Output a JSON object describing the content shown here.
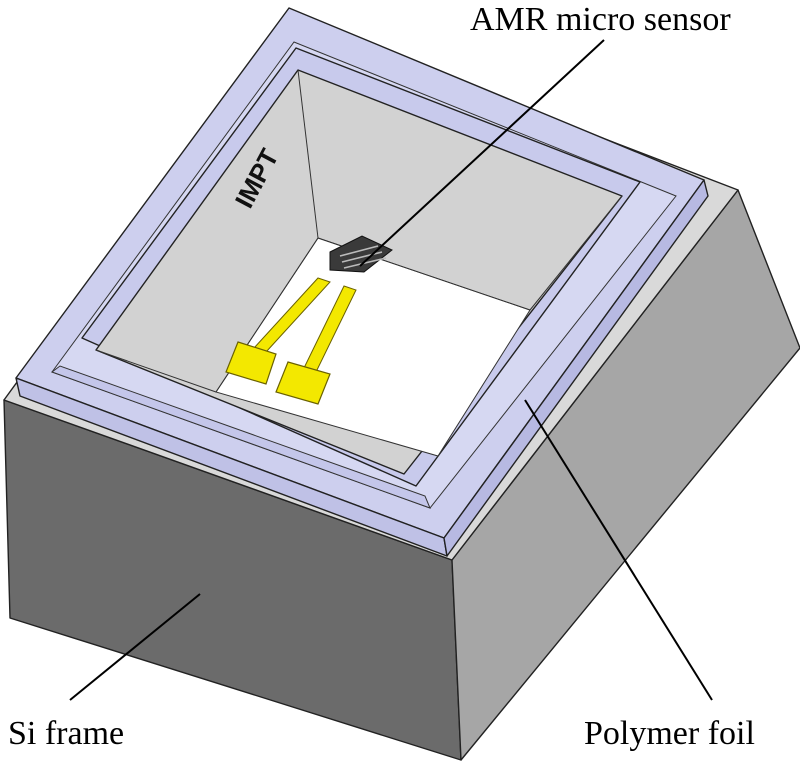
{
  "labels": {
    "amr_sensor": "AMR micro sensor",
    "si_frame": "Si frame",
    "polymer_foil": "Polymer foil",
    "logo": "IMPT"
  },
  "colors": {
    "si_front": "#6b6b6b",
    "si_right": "#a6a6a6",
    "si_top": "#d9d9d9",
    "foil": "#cdcfee",
    "foil_edge": "#b7b9e2",
    "membrane_gray": "#d2d2d2",
    "membrane_window": "#ffffff",
    "gold_pad": "#f3e800",
    "sensor_dark": "#3a3a3a"
  }
}
